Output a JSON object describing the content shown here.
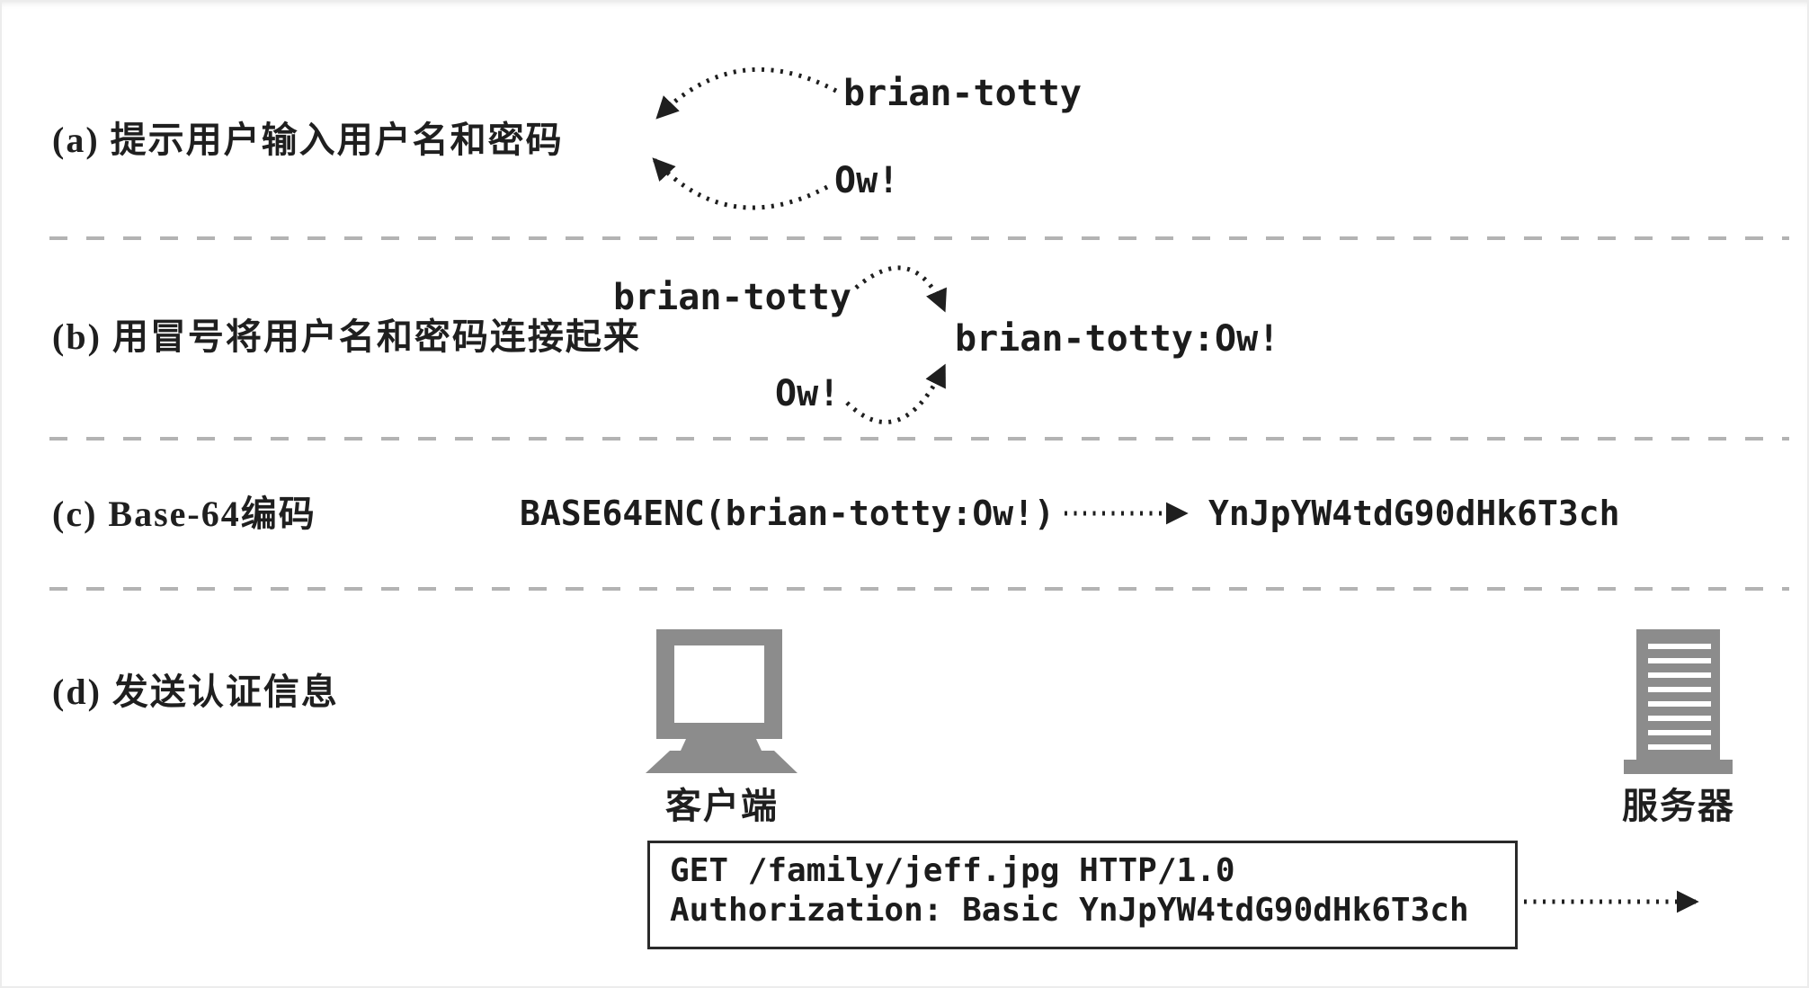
{
  "figure": {
    "sections": {
      "a": {
        "label": "(a) 提示用户输入用户名和密码",
        "username": "brian-totty",
        "password": "Ow!"
      },
      "b": {
        "label": "(b) 用冒号将用户名和密码连接起来",
        "username": "brian-totty",
        "password": "Ow!",
        "joined": "brian-totty:Ow!"
      },
      "c": {
        "label": "(c) Base-64编码",
        "expression": "BASE64ENC(brian-totty:Ow!)",
        "encoded": "YnJpYW4tdG90dHk6T3ch"
      },
      "d": {
        "label": "(d) 发送认证信息",
        "client_label": "客户端",
        "server_label": "服务器",
        "request": {
          "line1": "GET /family/jeff.jpg HTTP/1.0",
          "line2": "Authorization: Basic YnJpYW4tdG90dHk6T3ch"
        }
      }
    },
    "icons": {
      "client": "desktop-computer-icon",
      "server": "server-tower-icon"
    }
  },
  "colors": {
    "background": "#ffffff",
    "text": "#1f1f1f",
    "mono_text": "#1c1c1c",
    "icon_gray": "#8c8c8c",
    "separator": "#b3b3b3",
    "arrow": "#1f1f1f",
    "box_border": "#2a2a2a"
  }
}
